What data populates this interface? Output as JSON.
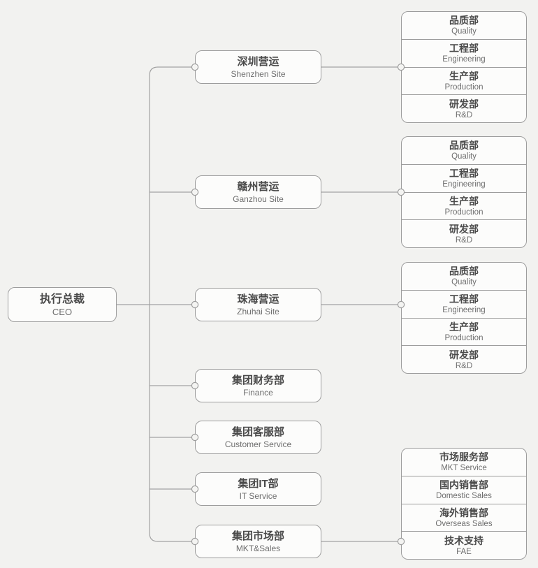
{
  "chart": {
    "type": "org-chart",
    "root": {
      "title_zh": "执行总裁",
      "title_en": "CEO"
    },
    "level2": [
      {
        "title_zh": "深圳营运",
        "title_en": "Shenzhen Site"
      },
      {
        "title_zh": "赣州营运",
        "title_en": "Ganzhou Site"
      },
      {
        "title_zh": "珠海营运",
        "title_en": "Zhuhai Site"
      },
      {
        "title_zh": "集团财务部",
        "title_en": "Finance"
      },
      {
        "title_zh": "集团客服部",
        "title_en": "Customer Service"
      },
      {
        "title_zh": "集团IT部",
        "title_en": "IT Service"
      },
      {
        "title_zh": "集团市场部",
        "title_en": "MKT&Sales"
      }
    ],
    "dept_groups": [
      {
        "parent": "深圳营运",
        "departments": [
          {
            "zh": "品质部",
            "en": "Quality"
          },
          {
            "zh": "工程部",
            "en": "Engineering"
          },
          {
            "zh": "生产部",
            "en": "Production"
          },
          {
            "zh": "研发部",
            "en": "R&D"
          }
        ]
      },
      {
        "parent": "赣州营运",
        "departments": [
          {
            "zh": "品质部",
            "en": "Quality"
          },
          {
            "zh": "工程部",
            "en": "Engineering"
          },
          {
            "zh": "生产部",
            "en": "Production"
          },
          {
            "zh": "研发部",
            "en": "R&D"
          }
        ]
      },
      {
        "parent": "珠海营运",
        "departments": [
          {
            "zh": "品质部",
            "en": "Quality"
          },
          {
            "zh": "工程部",
            "en": "Engineering"
          },
          {
            "zh": "生产部",
            "en": "Production"
          },
          {
            "zh": "研发部",
            "en": "R&D"
          }
        ]
      },
      {
        "parent": "集团市场部",
        "departments": [
          {
            "zh": "市场服务部",
            "en": "MKT Service"
          },
          {
            "zh": "国内销售部",
            "en": "Domestic Sales"
          },
          {
            "zh": "海外销售部",
            "en": "Overseas Sales"
          },
          {
            "zh": "技术支持",
            "en": "FAE"
          }
        ]
      }
    ],
    "colors": {
      "background": "#f2f2f0",
      "node_fill": "#fcfcfb",
      "border": "#9d9d9d",
      "connector_line": "#a2a2a2",
      "title_text": "#4a4a4a",
      "subtitle_text": "#6e6e6e"
    }
  }
}
